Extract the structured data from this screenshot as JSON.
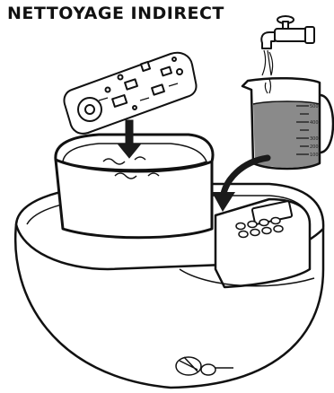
{
  "title": "NETTOYAGE INDIRECT",
  "beaker": {
    "marks": [
      "500",
      "400",
      "300",
      "200",
      "100"
    ]
  },
  "colors": {
    "line": "#111111",
    "water": "#8a8a8a",
    "background": "#ffffff",
    "arrow": "#1a1a1a"
  }
}
